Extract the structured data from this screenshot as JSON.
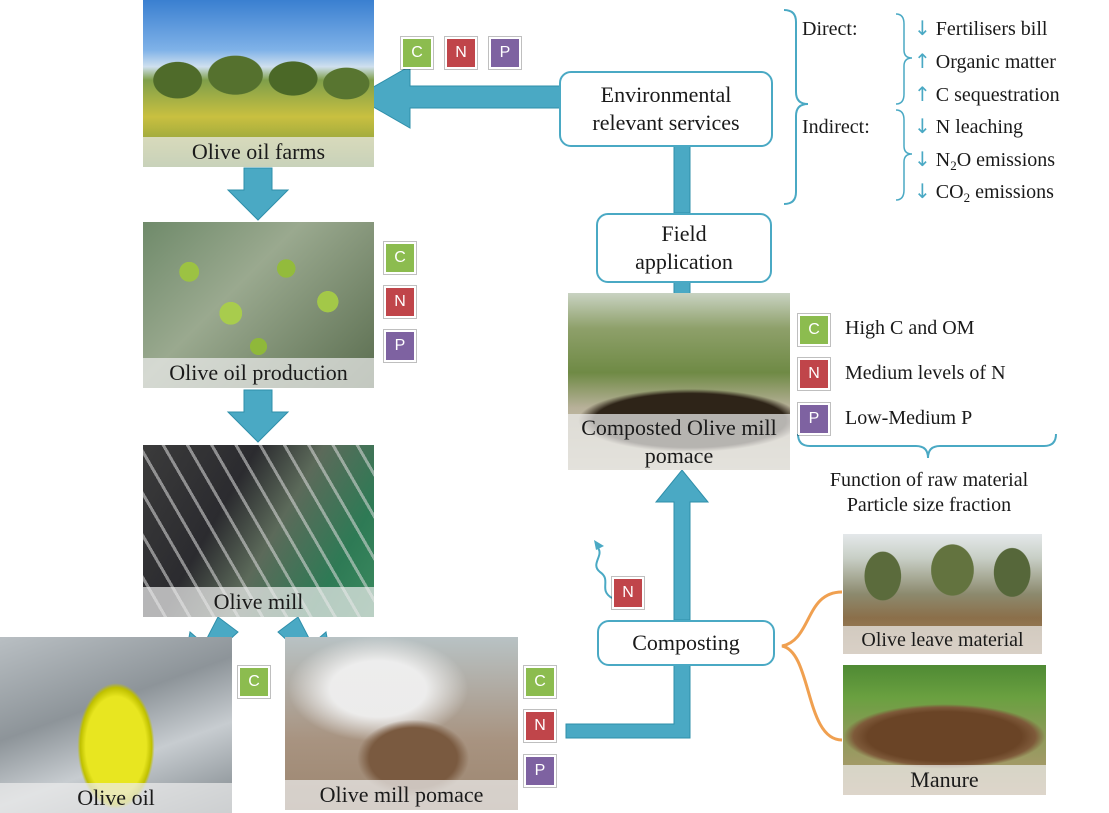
{
  "photos": {
    "farms": "Olive oil farms",
    "production": "Olive oil production",
    "mill": "Olive mill",
    "oil": "Olive oil",
    "pomace": "Olive mill pomace",
    "compost": "Composted Olive mill pomace",
    "leaves": "Olive leave material",
    "manure": "Manure"
  },
  "badges": {
    "C": "C",
    "N": "N",
    "P": "P"
  },
  "boxes": {
    "environmental": "Environmental relevant services",
    "field": "Field application",
    "composting": "Composting"
  },
  "services": {
    "direct_label": "Direct:",
    "indirect_label": "Indirect:",
    "direct_items": [
      {
        "dir": "↓",
        "text": "Fertilisers bill"
      },
      {
        "dir": "↑",
        "text": "Organic matter"
      },
      {
        "dir": "↑",
        "text": "C sequestration"
      }
    ],
    "indirect_items": [
      {
        "dir": "↓",
        "text": "N leaching"
      },
      {
        "dir": "↓",
        "pre": "N",
        "sub": "2",
        "post": "O emissions"
      },
      {
        "dir": "↓",
        "pre": "CO",
        "sub": "2",
        "post": " emissions"
      }
    ]
  },
  "compost_properties": [
    {
      "badge": "C",
      "text": "High C and OM"
    },
    {
      "badge": "N",
      "text": "Medium levels of N"
    },
    {
      "badge": "P",
      "text": "Low-Medium P"
    }
  ],
  "notes": {
    "raw_material": "Function of raw material",
    "particle": "Particle size fraction"
  },
  "colors": {
    "arrow": "#4aa9c4",
    "arrow_dark": "#2f8faa",
    "orange": "#f0a050",
    "badge_C": "#8cbc4f",
    "badge_N": "#c0454a",
    "badge_P": "#7e62a1"
  }
}
